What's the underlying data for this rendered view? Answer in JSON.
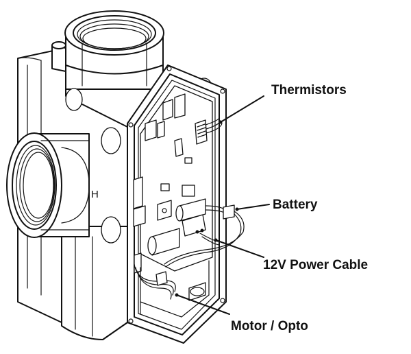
{
  "housing_mark": "H",
  "callouts": [
    {
      "id": "thermistors",
      "text": "Thermistors"
    },
    {
      "id": "battery",
      "text": "Battery"
    },
    {
      "id": "power-cable",
      "text": "12V Power Cable"
    },
    {
      "id": "motor-opto",
      "text": "Motor / Opto"
    }
  ]
}
